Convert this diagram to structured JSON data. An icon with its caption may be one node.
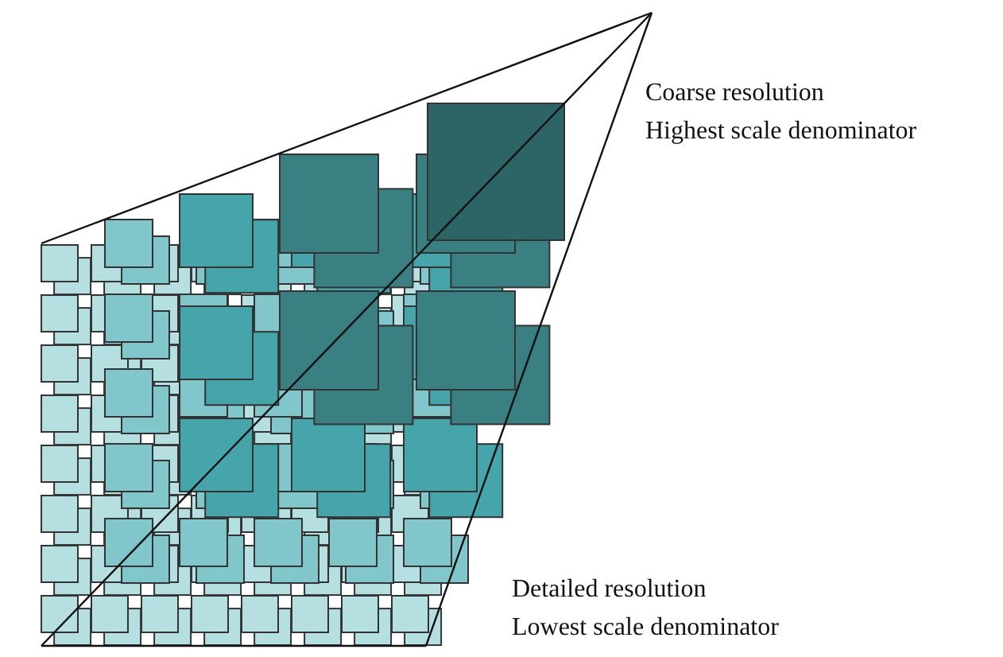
{
  "diagram": {
    "labels": [
      "Coarse resolution",
      "Highest scale denominator",
      "Detailed resolution",
      "Lowest scale denominator"
    ]
  }
}
